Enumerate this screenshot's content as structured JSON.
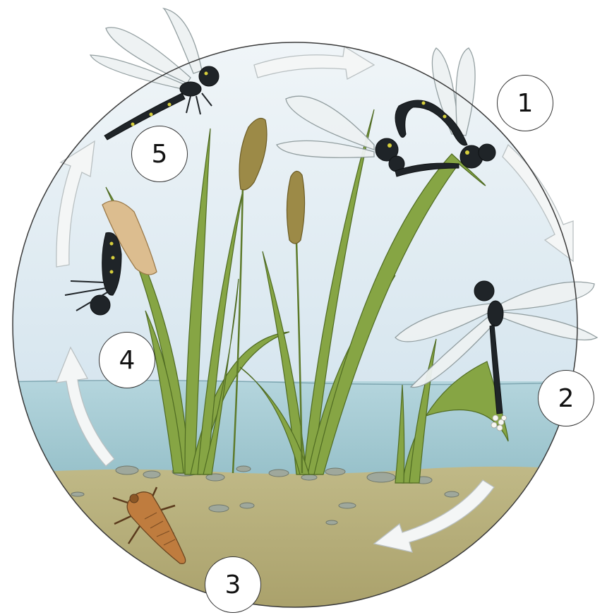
{
  "stages": [
    {
      "id": "1",
      "label": "1"
    },
    {
      "id": "2",
      "label": "2"
    },
    {
      "id": "3",
      "label": "3"
    },
    {
      "id": "4",
      "label": "4"
    },
    {
      "id": "5",
      "label": "5"
    }
  ],
  "colors": {
    "sky": "#dfeaf2",
    "water": "#a9cdd6",
    "sediment": "#b7b07e",
    "reed": "#7c9a3a",
    "reed_dark": "#52701f",
    "cattail": "#9a8a4a",
    "dragonfly_body": "#1e2326",
    "dragonfly_accent": "#d7cf3c",
    "wing": "#eef2f3",
    "nymph": "#b9773c",
    "exuvia": "#d9b78a",
    "arrow": "#f4f6f6",
    "outline": "#333333"
  }
}
